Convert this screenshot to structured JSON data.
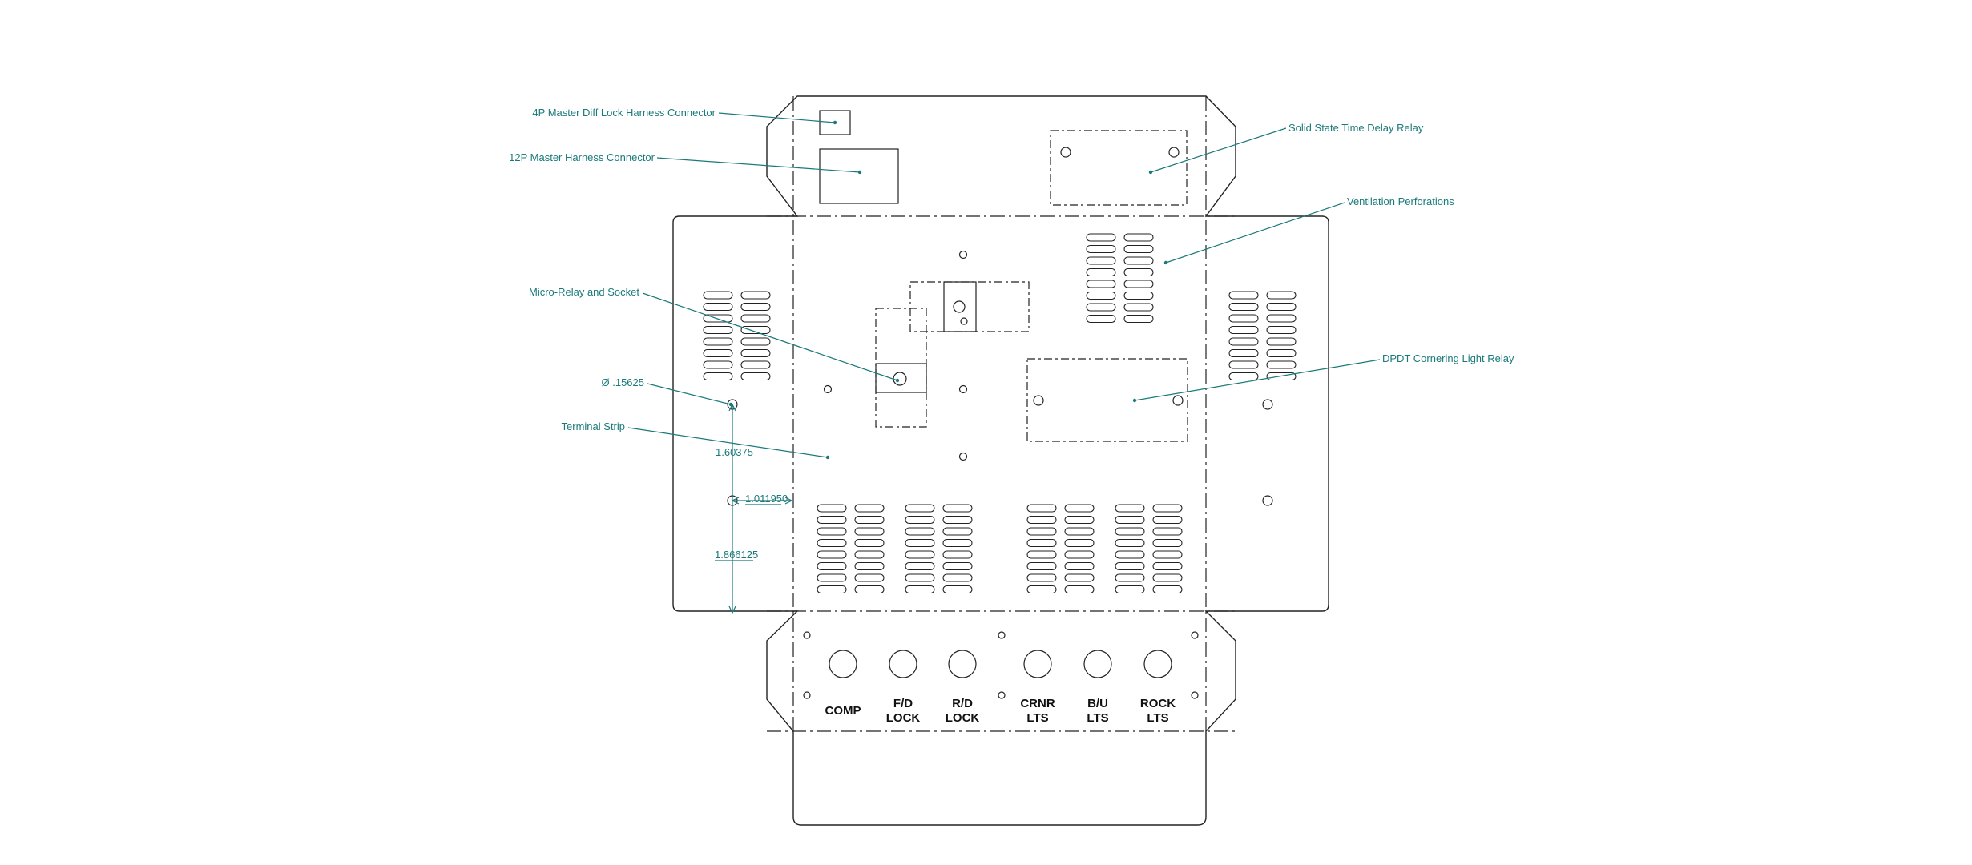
{
  "callouts": {
    "diff_lock_connector": "4P Master Diff Lock Harness Connector",
    "master_harness_connector": "12P Master Harness Connector",
    "time_delay_relay": "Solid State Time Delay Relay",
    "ventilation": "Ventilation Perforations",
    "micro_relay": "Micro-Relay and Socket",
    "hole_diameter": "Ø .15625",
    "terminal_strip": "Terminal Strip",
    "cornering_relay": "DPDT Cornering Light Relay"
  },
  "dimensions": {
    "d1": "1.60375",
    "d2": "1.011950",
    "d3": "1.866125"
  },
  "switch_labels": [
    {
      "line1": "COMP",
      "line2": ""
    },
    {
      "line1": "F/D",
      "line2": "LOCK"
    },
    {
      "line1": "R/D",
      "line2": "LOCK"
    },
    {
      "line1": "CRNR",
      "line2": "LTS"
    },
    {
      "line1": "B/U",
      "line2": "LTS"
    },
    {
      "line1": "ROCK",
      "line2": "LTS"
    }
  ],
  "colors": {
    "annotation": "#1a7a7a",
    "line": "#222222"
  }
}
